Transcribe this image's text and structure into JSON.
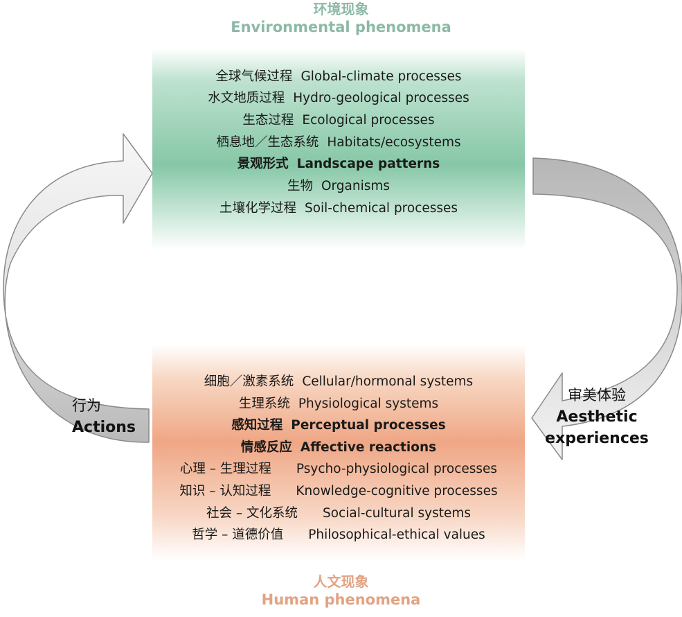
{
  "environmental": {
    "title_zh": "环境现象",
    "title_en": "Environmental phenomena",
    "items": [
      {
        "zh": "全球气候过程",
        "en": "Global-climate processes",
        "bold": false
      },
      {
        "zh": "水文地质过程",
        "en": "Hydro-geological processes",
        "bold": false
      },
      {
        "zh": "生态过程",
        "en": "Ecological processes",
        "bold": false
      },
      {
        "zh": "栖息地／生态系统",
        "en": "Habitats/ecosystems",
        "bold": false
      },
      {
        "zh": "景观形式",
        "en": "Landscape patterns",
        "bold": true
      },
      {
        "zh": "生物",
        "en": "Organisms",
        "bold": false
      },
      {
        "zh": "土壤化学过程",
        "en": "Soil-chemical processes",
        "bold": false
      }
    ]
  },
  "human": {
    "title_zh": "人文现象",
    "title_en": "Human phenomena",
    "items": [
      {
        "zh": "细胞／激素系统",
        "en": "Cellular/hormonal systems",
        "bold": false
      },
      {
        "zh": "生理系统",
        "en": "Physiological systems",
        "bold": false
      },
      {
        "zh": "感知过程",
        "en": "Perceptual processes",
        "bold": true
      },
      {
        "zh": "情感反应",
        "en": "Affective reactions",
        "bold": true
      },
      {
        "zh": "心理 – 生理过程",
        "en": "Psycho-physiological processes",
        "bold": false
      },
      {
        "zh": "知识 – 认知过程",
        "en": "Knowledge-cognitive processes",
        "bold": false
      },
      {
        "zh": "社会 – 文化系统",
        "en": "Social-cultural systems",
        "bold": false
      },
      {
        "zh": "哲学 – 道德价值",
        "en": "Philosophical-ethical values",
        "bold": false
      }
    ]
  },
  "actions": {
    "zh": "行为",
    "en": "Actions"
  },
  "aesthetic": {
    "zh": "审美体验",
    "en": "Aesthetic experiences"
  },
  "colors": {
    "env_title": "#8cb9a6",
    "human_title": "#e2a383",
    "env_band": "#80c4a2",
    "human_band": "#eea27e",
    "arrow_fill": "#bcbcbc",
    "arrow_stroke": "#8a8a8a"
  }
}
